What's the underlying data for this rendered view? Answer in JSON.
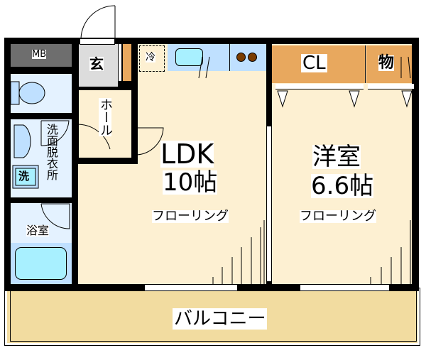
{
  "colors": {
    "floor": "#FDF0D2",
    "storage": "#E8A85E",
    "wet": "#BFE0FF",
    "bath_room": "#E4F2FF",
    "tub": "#A8F0FF",
    "entrance": "#DCDCDC",
    "mb": "#6E6E6E",
    "balcony": "#F2DCA0"
  },
  "rooms": {
    "mb": "MB",
    "entrance": "玄",
    "fridge": "冷",
    "hall": "ホール",
    "closet": "CL",
    "storage": "物",
    "ldk": {
      "name": "LDK",
      "size": "10帖",
      "floor": "フローリング"
    },
    "bedroom": {
      "name": "洋室",
      "size": "6.6帖",
      "floor": "フローリング"
    },
    "washroom": "洗面脱衣所",
    "washer": "洗",
    "bathroom": "浴室",
    "balcony": "バルコニー"
  }
}
